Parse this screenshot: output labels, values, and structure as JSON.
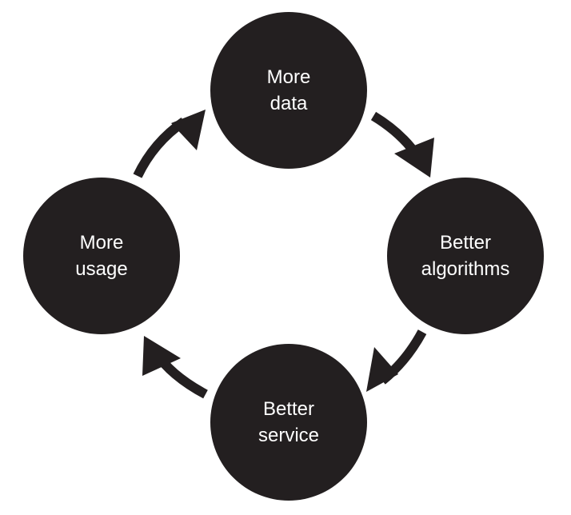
{
  "diagram": {
    "type": "cycle",
    "fill_color": "#231f20",
    "text_color": "#ffffff",
    "background_color": "#ffffff",
    "nodes": [
      {
        "id": "more-data",
        "lines": [
          "More",
          "data"
        ]
      },
      {
        "id": "better-algorithms",
        "lines": [
          "Better",
          "algorithms"
        ]
      },
      {
        "id": "better-service",
        "lines": [
          "Better",
          "service"
        ]
      },
      {
        "id": "more-usage",
        "lines": [
          "More",
          "usage"
        ]
      }
    ],
    "edges": [
      {
        "from": "more-data",
        "to": "better-algorithms"
      },
      {
        "from": "better-algorithms",
        "to": "better-service"
      },
      {
        "from": "better-service",
        "to": "more-usage"
      },
      {
        "from": "more-usage",
        "to": "more-data"
      }
    ]
  }
}
